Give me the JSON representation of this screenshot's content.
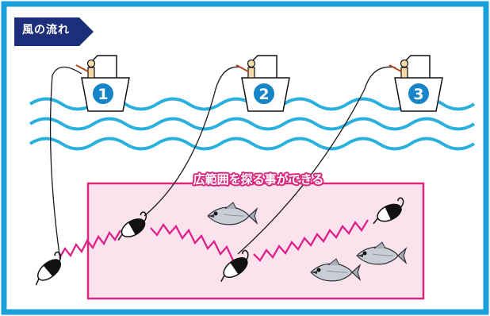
{
  "wind": {
    "label": "風の流れ"
  },
  "zone": {
    "label": "広範囲を探る事ができる"
  },
  "boats": [
    {
      "number": "1"
    },
    {
      "number": "2"
    },
    {
      "number": "3"
    }
  ],
  "colors": {
    "frame": "#1aa0d8",
    "wind_arrow": "#1d2f7a",
    "water": "#2ab0de",
    "zone_fill": "#fbe3ee",
    "zone_border": "#d8287e",
    "zigzag": "#e0208a",
    "number_badge": "#1585c8"
  }
}
